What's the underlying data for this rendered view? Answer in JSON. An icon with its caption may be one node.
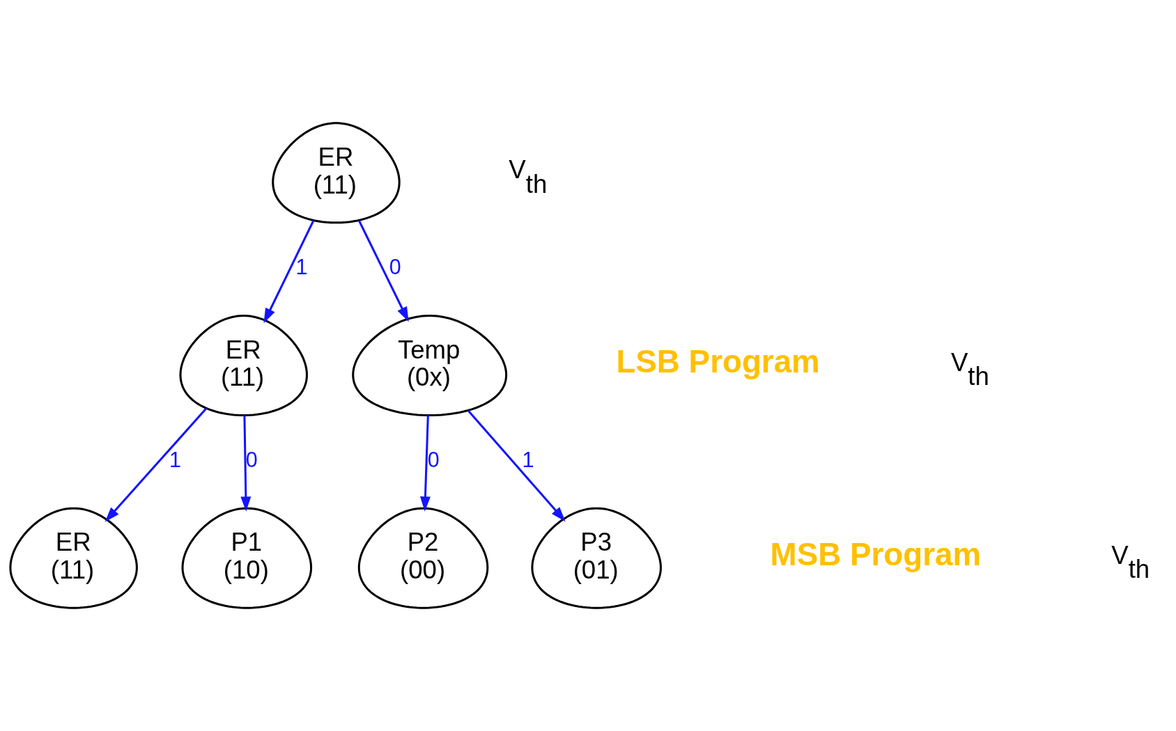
{
  "diagram": {
    "nodes": [
      {
        "text": [
          "ER",
          "(11)"
        ]
      },
      {
        "text": [
          "ER",
          "(11)"
        ]
      },
      {
        "text": [
          "Temp",
          "(0x)"
        ]
      },
      {
        "text": [
          "ER",
          "(11)"
        ]
      },
      {
        "text": [
          "P1",
          "(10)"
        ]
      },
      {
        "text": [
          "P2",
          "(00)"
        ]
      },
      {
        "text": [
          "P3",
          "(01)"
        ]
      }
    ],
    "edges": [
      {
        "from": 0,
        "to": 1,
        "arrow": "to",
        "label": "1"
      },
      {
        "from": 0,
        "to": 2,
        "arrow": "to",
        "label": "0"
      },
      {
        "from": 1,
        "to": 3,
        "arrow": "to",
        "label": "1"
      },
      {
        "from": 1,
        "to": 4,
        "arrow": "to",
        "label": "0"
      },
      {
        "from": 2,
        "to": 5,
        "arrow": "to",
        "label": "0"
      },
      {
        "from": 2,
        "to": 6,
        "arrow": "to",
        "label": "1"
      }
    ],
    "labels": [
      "V$_{th}$",
      "LSB Program",
      "V$_{th}$",
      "MSB Program",
      "V$_{th}$"
    ]
  }
}
